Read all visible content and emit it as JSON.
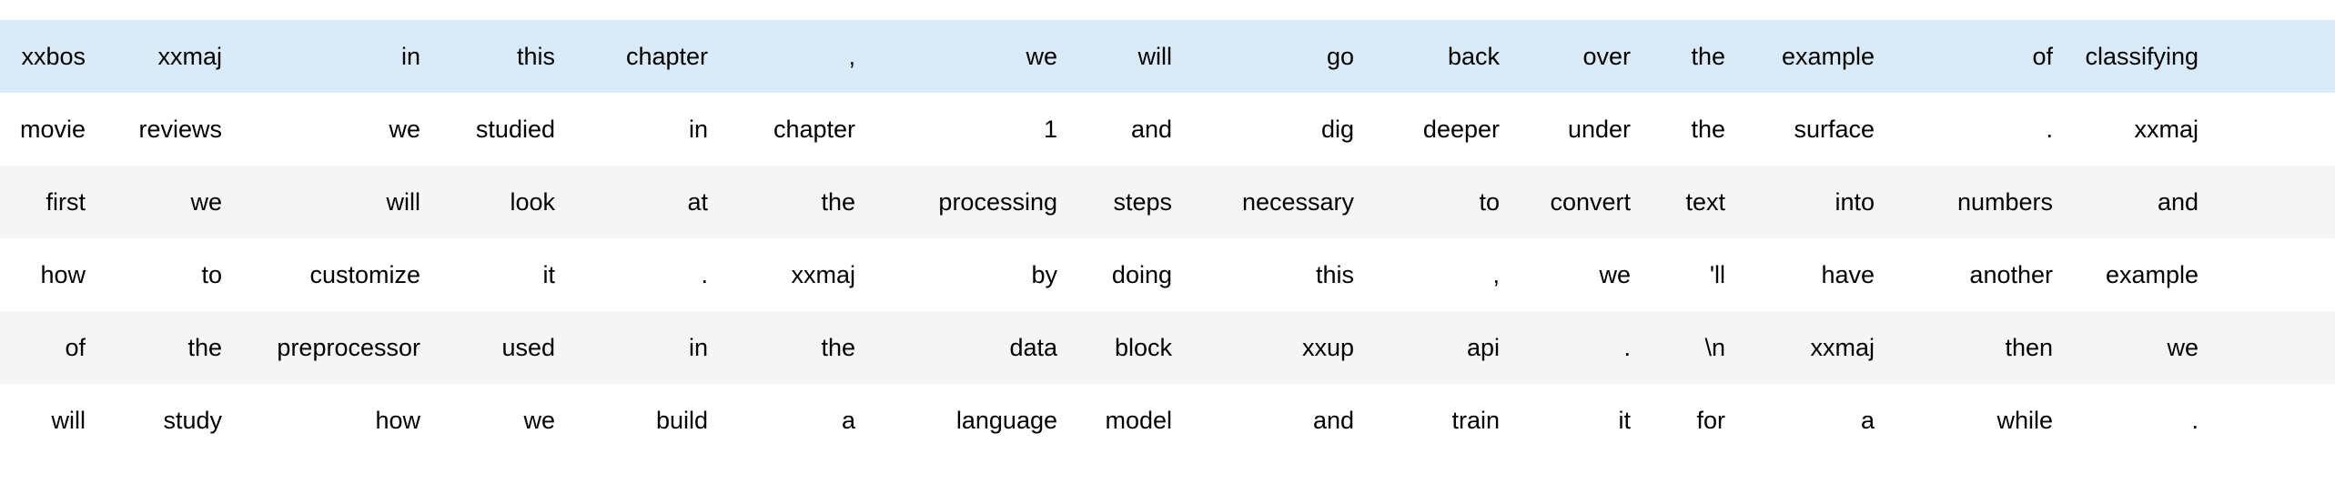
{
  "table": {
    "name": "tokenized-text-table",
    "column_count": 16,
    "row_count": 6,
    "header_background": "#d9eaf9",
    "alt_row_background": "#f5f5f5",
    "plain_row_background": "#ffffff",
    "text_color": "#000000",
    "text_align": "right",
    "rows": [
      {
        "style": "header",
        "cells": [
          "xxbos",
          "xxmaj",
          "in",
          "this",
          "chapter",
          ",",
          "we",
          "will",
          "go",
          "back",
          "over",
          "the",
          "example",
          "of",
          "classifying"
        ]
      },
      {
        "style": "plain",
        "cells": [
          "movie",
          "reviews",
          "we",
          "studied",
          "in",
          "chapter",
          "1",
          "and",
          "dig",
          "deeper",
          "under",
          "the",
          "surface",
          ".",
          "xxmaj"
        ]
      },
      {
        "style": "alt",
        "cells": [
          "first",
          "we",
          "will",
          "look",
          "at",
          "the",
          "processing",
          "steps",
          "necessary",
          "to",
          "convert",
          "text",
          "into",
          "numbers",
          "and"
        ]
      },
      {
        "style": "plain",
        "cells": [
          "how",
          "to",
          "customize",
          "it",
          ".",
          "xxmaj",
          "by",
          "doing",
          "this",
          ",",
          "we",
          "'ll",
          "have",
          "another",
          "example"
        ]
      },
      {
        "style": "alt",
        "cells": [
          "of",
          "the",
          "preprocessor",
          "used",
          "in",
          "the",
          "data",
          "block",
          "xxup",
          "api",
          ".",
          "\\n",
          "xxmaj",
          "then",
          "we"
        ]
      },
      {
        "style": "plain",
        "cells": [
          "will",
          "study",
          "how",
          "we",
          "build",
          "a",
          "language",
          "model",
          "and",
          "train",
          "it",
          "for",
          "a",
          "while",
          "."
        ]
      }
    ]
  }
}
